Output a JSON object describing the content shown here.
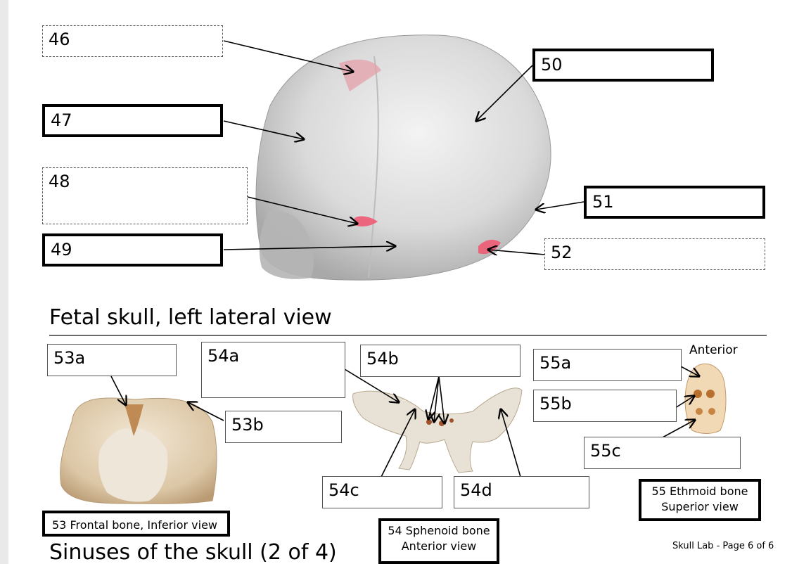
{
  "labels": {
    "l46": "46",
    "l47": "47",
    "l48": "48",
    "l49": "49",
    "l50": "50",
    "l51": "51",
    "l52": "52",
    "l53a": "53a",
    "l53b": "53b",
    "l54a": "54a",
    "l54b": "54b",
    "l54c": "54c",
    "l54d": "54d",
    "l55a": "55a",
    "l55b": "55b",
    "l55c": "55c"
  },
  "section_title": "Fetal skull, left lateral view",
  "anterior_label": "Anterior",
  "captions": {
    "frontal": "53 Frontal bone, Inferior view",
    "sphenoid_line1": "54 Sphenoid bone",
    "sphenoid_line2": "Anterior view",
    "ethmoid_line1": "55 Ethmoid bone",
    "ethmoid_line2": "Superior view"
  },
  "next_section_partial": "Sinuses of the skull (2 of 4)",
  "footer": "Skull Lab - Page 6 of 6"
}
